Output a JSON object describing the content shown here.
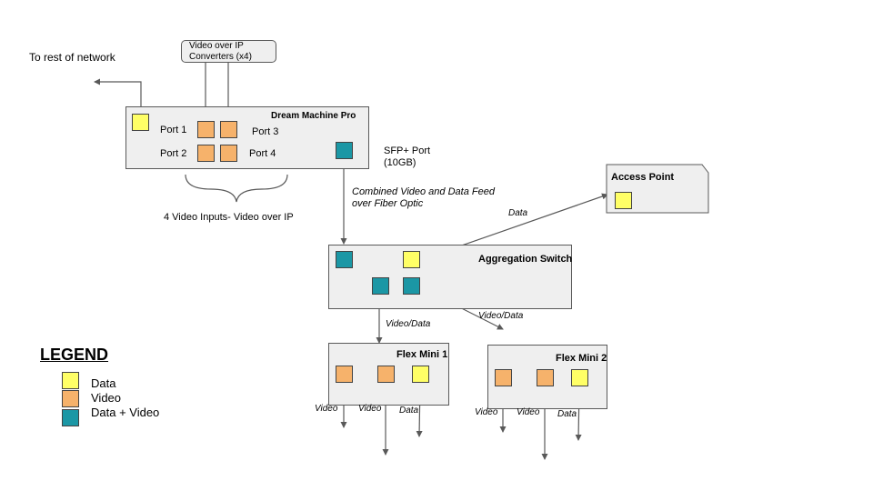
{
  "colors": {
    "data": "#ffff66",
    "video": "#f6b26b",
    "data_video": "#1b97a5",
    "box_fill": "#efefef",
    "line": "#595959"
  },
  "labels": {
    "rest_of_network": "To rest of network",
    "converters": "Video over IP\nConverters (x4)",
    "dream_machine": "Dream Machine Pro",
    "port1": "Port 1",
    "port2": "Port 2",
    "port3": "Port 3",
    "port4": "Port 4",
    "sfp": "SFP+ Port\n(10GB)",
    "video_inputs": "4 Video Inputs- Video over IP",
    "combined_feed": "Combined Video and Data Feed\nover Fiber Optic",
    "access_point": "Access Point",
    "data_link": "Data",
    "aggregation_switch": "Aggregation Switch",
    "video_data_1": "Video/Data",
    "video_data_2": "Video/Data",
    "flex_mini_1": "Flex Mini 1",
    "flex_mini_2": "Flex Mini 2",
    "fm1_video_a": "Video",
    "fm1_video_b": "Video",
    "fm1_data": "Data",
    "fm2_video_a": "Video",
    "fm2_video_b": "Video",
    "fm2_data": "Data"
  },
  "legend": {
    "title": "LEGEND",
    "items": [
      {
        "label": "Data",
        "color": "#ffff66"
      },
      {
        "label": "Video",
        "color": "#f6b26b"
      },
      {
        "label": "Data + Video",
        "color": "#1b97a5"
      }
    ]
  }
}
